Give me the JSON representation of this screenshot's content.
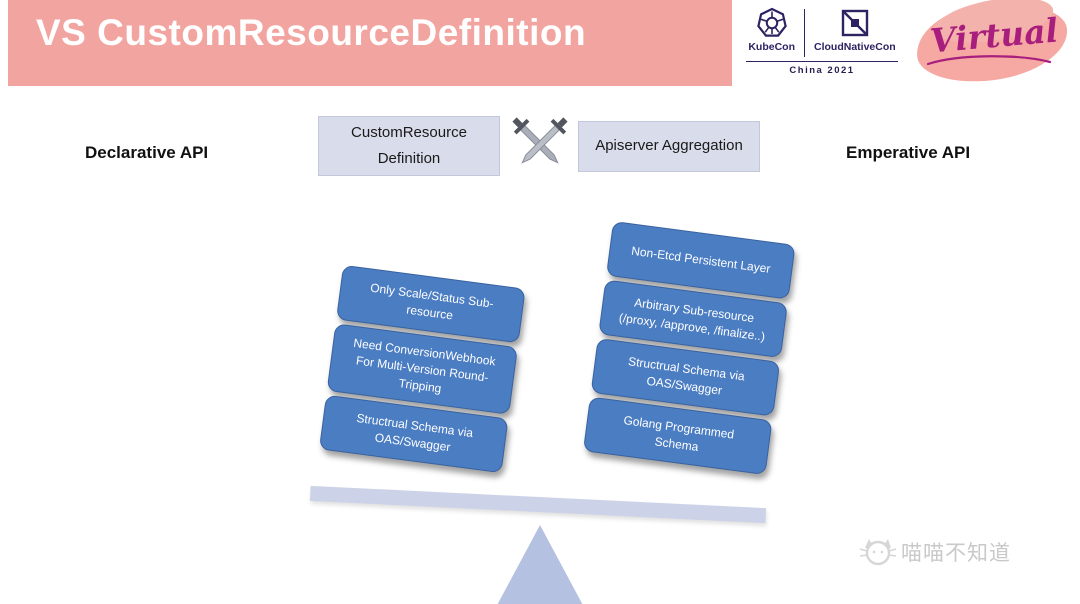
{
  "header": {
    "title": "VS CustomResourceDefinition",
    "kubecon": "KubeCon",
    "cloudnativecon": "CloudNativeCon",
    "edition": "China 2021",
    "virtual": "Virtual"
  },
  "comparison": {
    "left_label": "Declarative API",
    "right_label": "Emperative API",
    "left_box": "CustomResource Definition",
    "right_box": "Apiserver Aggregation"
  },
  "scale": {
    "left_items": [
      "Only Scale/Status Sub-resource",
      "Need ConversionWebhook For Multi-Version Round-Tripping",
      "Structrual Schema via OAS/Swagger"
    ],
    "right_items": [
      "Non-Etcd Persistent Layer",
      "Arbitrary Sub-resource (/proxy, /approve, /finalize..)",
      "Structrual Schema via OAS/Swagger",
      "Golang Programmed Schema"
    ]
  },
  "watermark": {
    "text": "喵喵不知道"
  },
  "colors": {
    "header_pink": "#f2a5a0",
    "logo_purple": "#2e2262",
    "virtual_magenta": "#a81e7d",
    "card_blue": "#4b7dc3",
    "card_border": "#39629f",
    "beam": "#ccd3e8",
    "fulcrum": "#b5c1e1"
  }
}
